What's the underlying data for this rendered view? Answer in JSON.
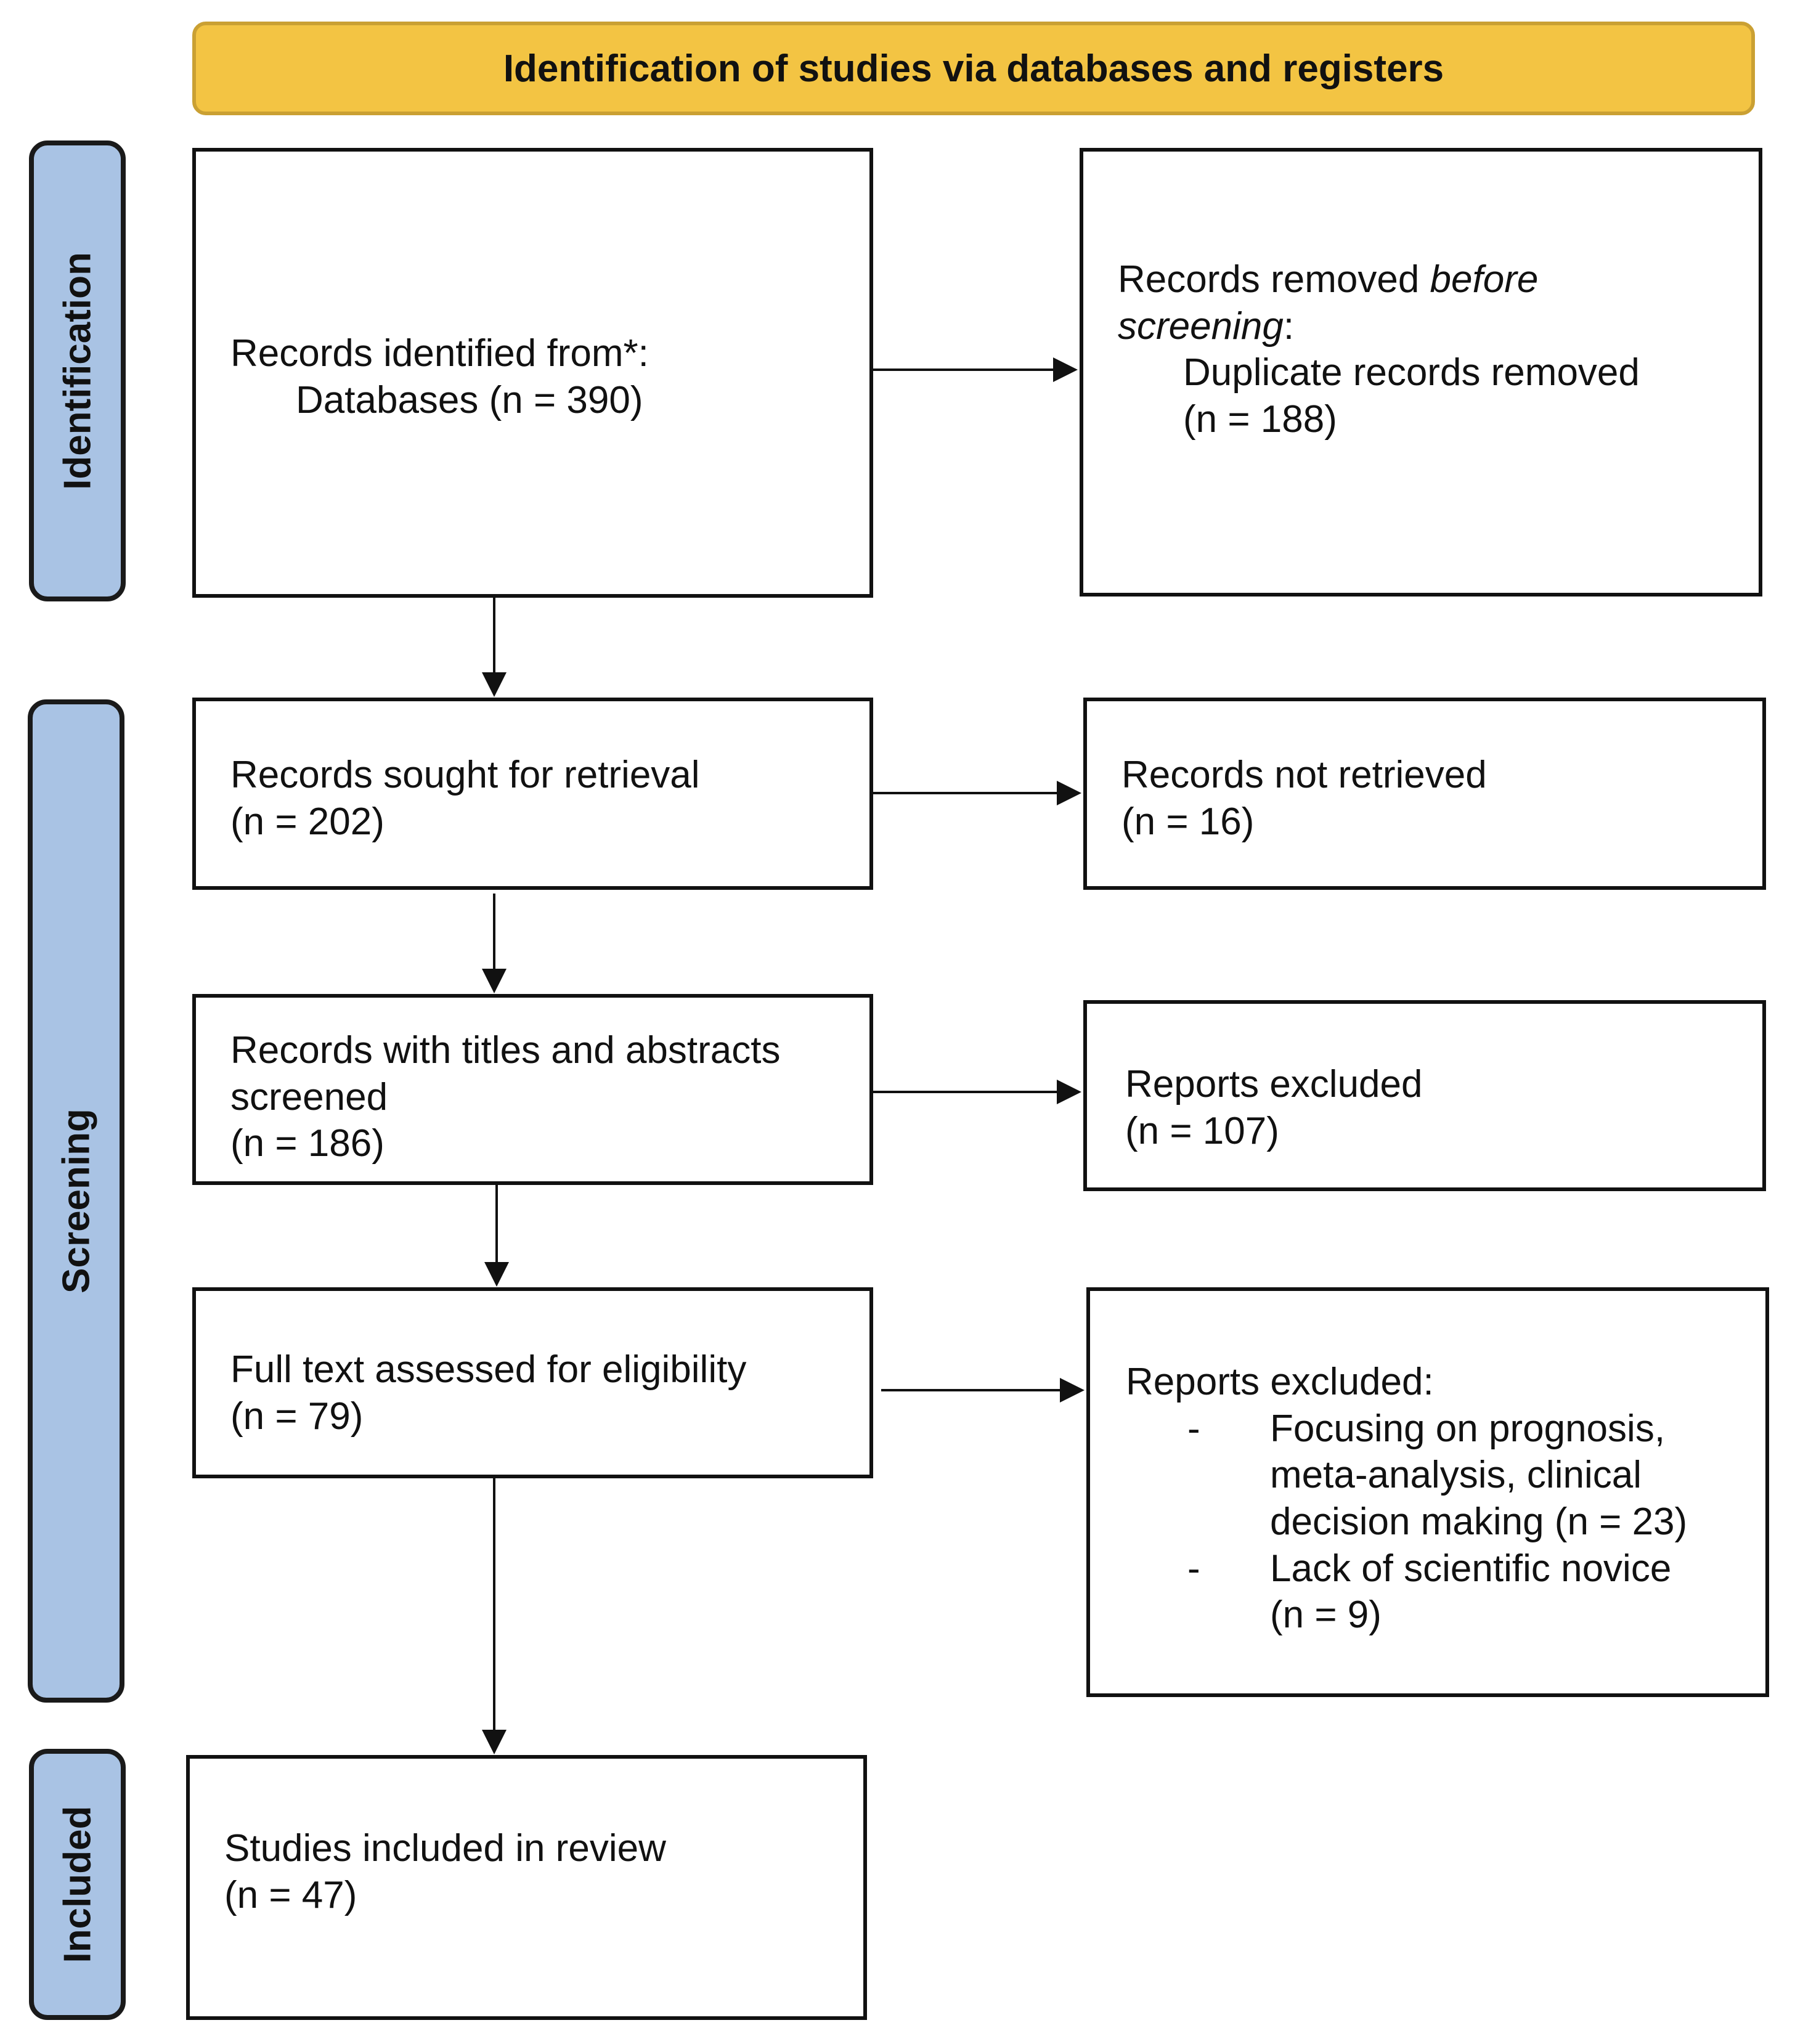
{
  "banner": {
    "title": "Identification of studies via databases and registers"
  },
  "phases": {
    "identification": "Identification",
    "screening": "Screening",
    "included": "Included"
  },
  "boxes": {
    "identified": {
      "line1": "Records identified from*:",
      "line2": "Databases (n = 390)"
    },
    "removed": {
      "prefix": "Records removed ",
      "italic1": "before",
      "italic2": "screening",
      "colon": ":",
      "item": "Duplicate records removed",
      "count": "(n = 188)"
    },
    "sought": {
      "line1": "Records sought for retrieval",
      "line2": "(n = 202)"
    },
    "not_retrieved": {
      "line1": "Records not retrieved",
      "line2": "(n = 16)"
    },
    "screened": {
      "line1": "Records with titles and abstracts",
      "line2": "screened",
      "line3": "(n = 186)"
    },
    "excluded_1": {
      "line1": "Reports excluded",
      "line2": "(n = 107)"
    },
    "full_text": {
      "line1": "Full text assessed for eligibility",
      "line2": "(n = 79)"
    },
    "excluded_2": {
      "heading": "Reports excluded:",
      "items": [
        {
          "dash": "-",
          "lines": [
            "Focusing on prognosis,",
            "meta-analysis, clinical",
            "decision making (n = 23)"
          ]
        },
        {
          "dash": "-",
          "lines": [
            "Lack of scientific novice",
            "(n = 9)"
          ]
        }
      ]
    },
    "included": {
      "line1": "Studies included in review",
      "line2": "(n = 47)"
    }
  }
}
